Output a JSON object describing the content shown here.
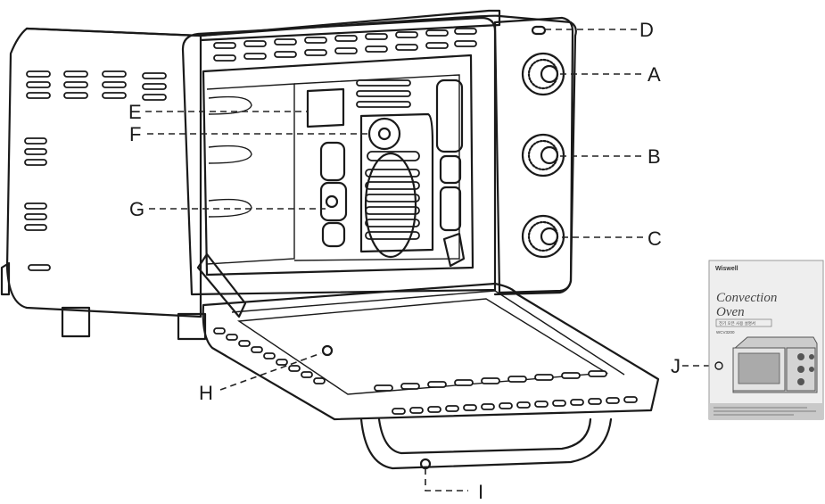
{
  "labels": {
    "A": "A",
    "B": "B",
    "C": "C",
    "D": "D",
    "E": "E",
    "F": "F",
    "G": "G",
    "H": "H",
    "I": "I",
    "J": "J"
  },
  "manual": {
    "brand": "Wiswell",
    "title_line1": "Convection",
    "title_line2": "Oven",
    "subtitle": "전기 오븐 사용 설명서",
    "model": "WCV3200"
  },
  "colors": {
    "line": "#1a1a1a",
    "manual_bg": "#eeeeee"
  }
}
